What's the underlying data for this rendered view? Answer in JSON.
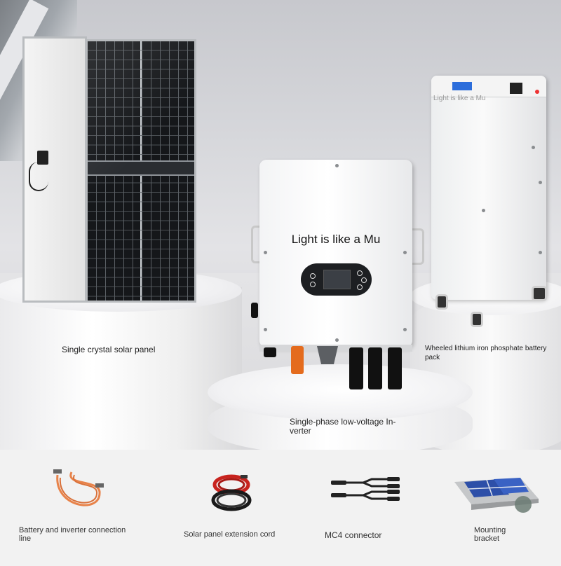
{
  "scene": {
    "inverter_overlay_text": "Light is like a Mu",
    "battery_overlay_text": "Light is like a Mu",
    "labels": {
      "solar_panel": "Single crystal solar panel",
      "battery": "Wheeled lithium iron phosphate battery pack",
      "inverter": "Single-phase low-voltage In-verter"
    }
  },
  "accessories": [
    {
      "label": "Battery and inverter connection line",
      "icon": "orange-cable-icon"
    },
    {
      "label": "Solar panel extension cord",
      "icon": "red-black-cable-icon"
    },
    {
      "label": "MC4 connector",
      "icon": "mc4-connector-icon"
    },
    {
      "label": "Mounting bracket",
      "icon": "mounting-bracket-icon"
    }
  ],
  "colors": {
    "inverter_plug": "#e46b1d",
    "cable_orange": "#e8834a",
    "cable_red": "#c8231e",
    "battery_screen": "#2c6ddb"
  }
}
